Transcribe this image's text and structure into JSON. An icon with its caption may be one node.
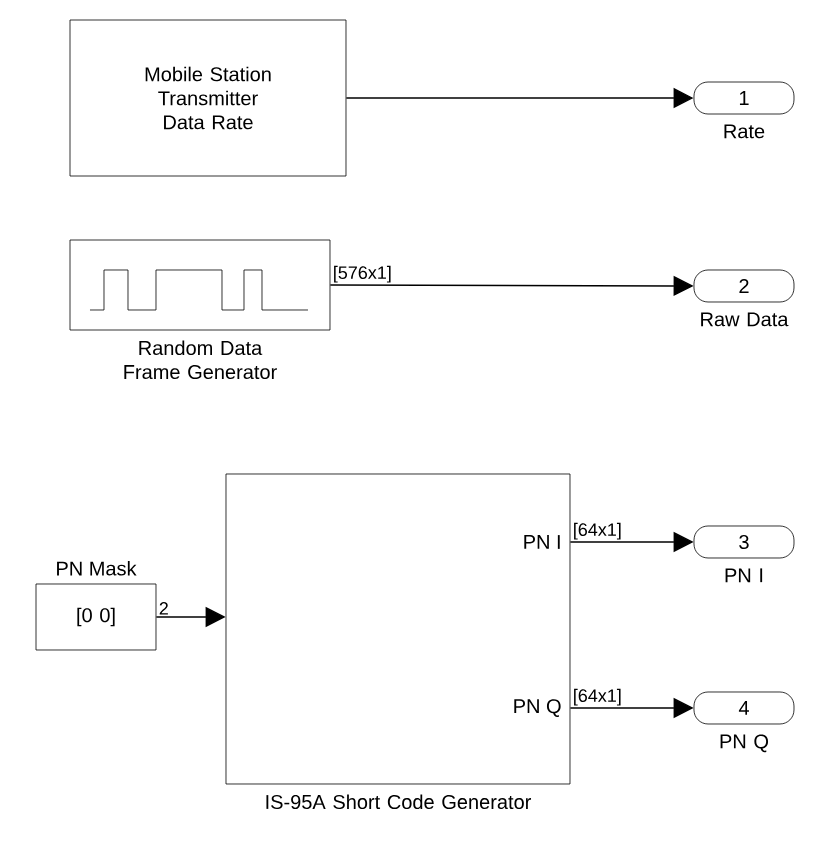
{
  "diagram": {
    "nodes": [
      {
        "text": [
          "Mobile Station Transmitter Data Rate"
        ]
      },
      {
        "text": [
          "1"
        ],
        "beside": [
          "Rate"
        ]
      },
      {
        "text": [],
        "shape": "box",
        "beside": [
          "Random Data Frame Generator"
        ]
      },
      {
        "text": [
          "2"
        ],
        "beside": [
          "Raw Data"
        ]
      },
      {
        "text": [
          "[0 0]"
        ],
        "beside": [
          "PN Mask"
        ]
      },
      {
        "text": [
          "PN I",
          "PN Q"
        ],
        "beside": [
          "IS-95A Short Code Generator"
        ]
      },
      {
        "text": [
          "3"
        ],
        "beside": [
          "PN I"
        ]
      },
      {
        "text": [
          "4"
        ],
        "beside": [
          "PN Q"
        ]
      }
    ],
    "edges": [
      {
        "from": 0,
        "to": 1,
        "arrow": "to"
      },
      {
        "from": 2,
        "to": 3,
        "arrow": "to",
        "label": "[576x1]"
      },
      {
        "from": 4,
        "to": 5,
        "arrow": "to",
        "label": "2"
      },
      {
        "from": 5,
        "to": 6,
        "arrow": "to",
        "label": "[64x1]"
      },
      {
        "from": 5,
        "to": 7,
        "arrow": "to",
        "label": "[64x1]"
      }
    ]
  }
}
